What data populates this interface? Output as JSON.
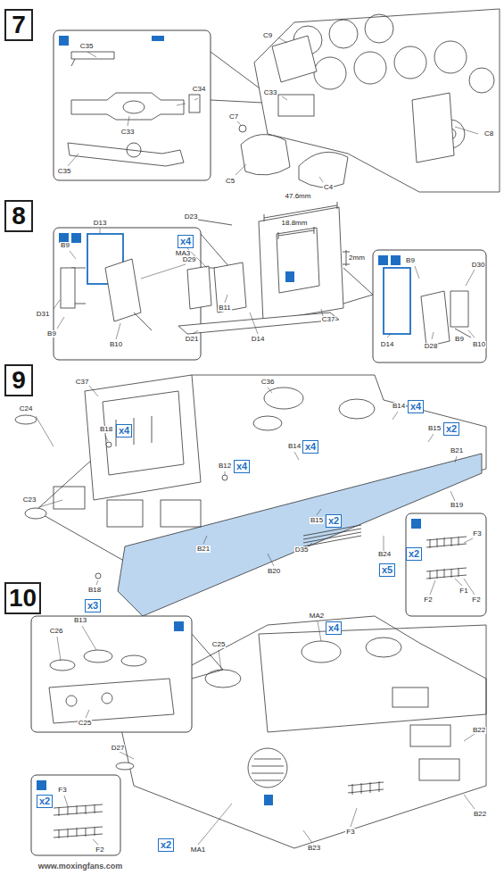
{
  "diagram": {
    "nodes": [
      {
        "text": [
          "7"
        ]
      },
      {
        "text": [
          "8"
        ]
      },
      {
        "text": [
          "9"
        ]
      },
      {
        "text": [
          "10"
        ]
      },
      {
        "text": [
          "x4"
        ]
      },
      {
        "text": [
          "x4"
        ]
      },
      {
        "text": [
          "x4"
        ]
      },
      {
        "text": [
          "x4"
        ]
      },
      {
        "text": [
          "x2"
        ]
      },
      {
        "text": [
          "x4"
        ]
      },
      {
        "text": [
          "x2"
        ]
      },
      {
        "text": [
          "x2"
        ]
      },
      {
        "text": [
          "x5"
        ]
      },
      {
        "text": [
          "x3"
        ]
      },
      {
        "text": [
          "x4"
        ]
      },
      {
        "text": [
          "x2"
        ]
      },
      {
        "text": [
          "x2"
        ]
      }
    ],
    "labels": [
      "C35",
      "C33",
      "C34",
      "C35",
      "C9",
      "C33",
      "C7",
      "C5",
      "C4",
      "C8",
      "B9",
      "D13",
      "D29",
      "D31",
      "B9",
      "B10",
      "D23",
      "MA3",
      "47.6mm",
      "18.8mm",
      "2mm",
      "B11",
      "D21",
      "D14",
      "C37",
      "B9",
      "D30",
      "B9",
      "D14",
      "D28",
      "B10",
      "C37",
      "C36",
      "C24",
      "B18",
      "B12",
      "C23",
      "B14",
      "B15",
      "B21",
      "B14",
      "B15",
      "B19",
      "D35",
      "B24",
      "B21",
      "B20",
      "B18",
      "F3",
      "F1",
      "F2",
      "F2",
      "C26",
      "B13",
      "C25",
      "C25",
      "MA2",
      "D27",
      "B22",
      "B22",
      "F3",
      "MA1",
      "B23",
      "F3",
      "F2",
      "www.moxingfans.com"
    ]
  }
}
